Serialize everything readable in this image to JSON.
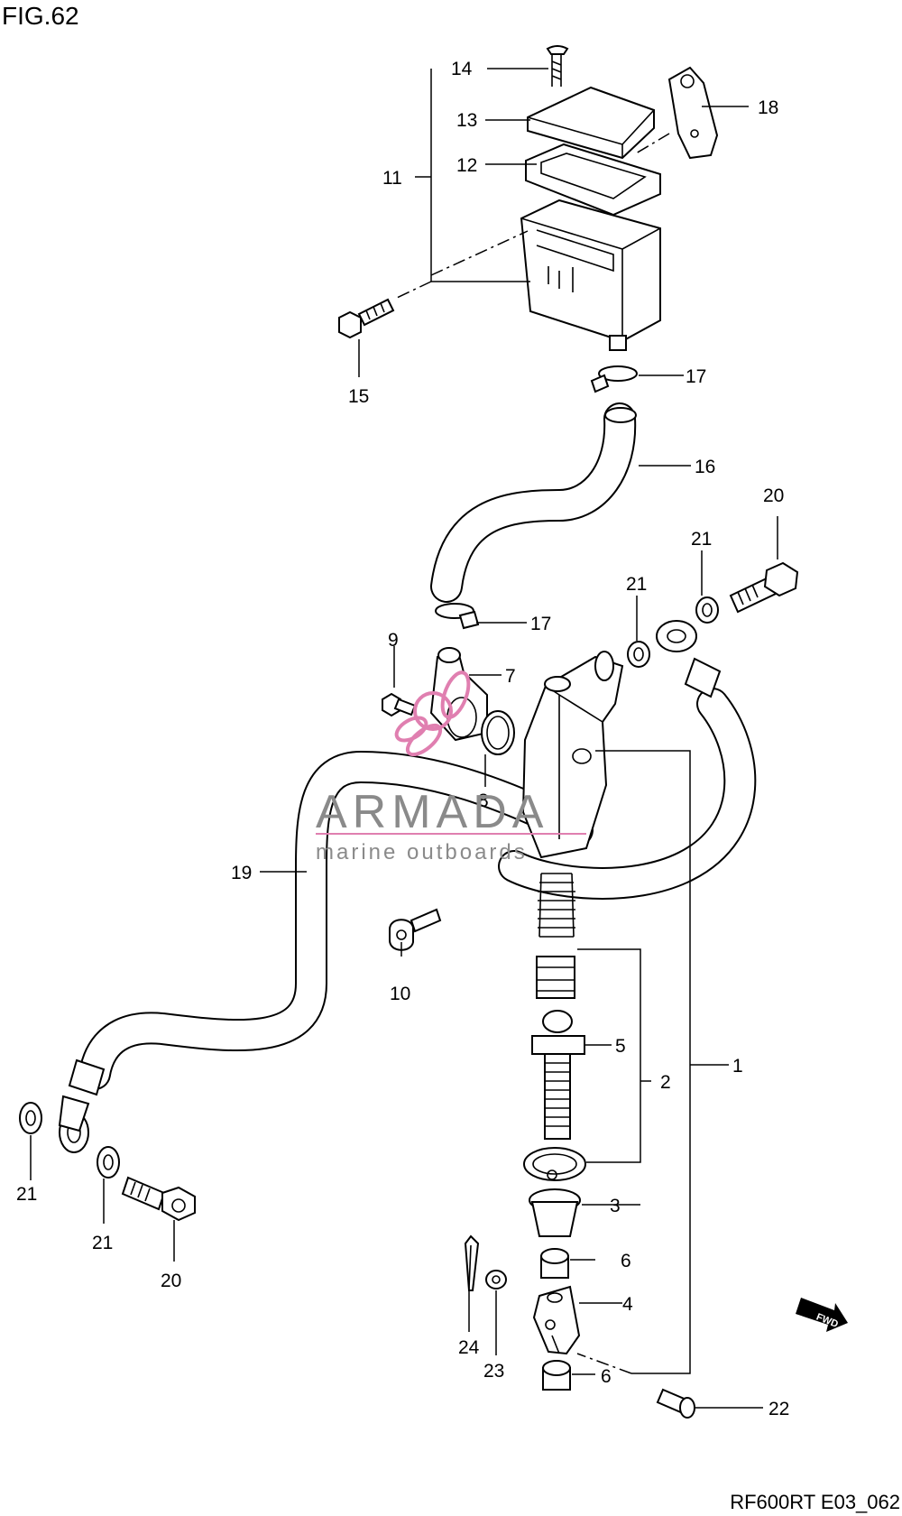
{
  "figure": {
    "title": "FIG.62",
    "drawing_code": "RF600RT E03_062"
  },
  "watermark": {
    "brand": "ARMADA",
    "tagline": "marine outboards",
    "logo_color": "#e07fb0"
  },
  "fwd_badge": "FWD",
  "callouts": {
    "n14": "14",
    "n13": "13",
    "n12": "12",
    "n11": "11",
    "n18": "18",
    "n15": "15",
    "n17a": "17",
    "n16": "16",
    "n20a": "20",
    "n21a": "21",
    "n21b": "21",
    "n17b": "17",
    "n9": "9",
    "n7": "7",
    "n8": "8",
    "n19": "19",
    "n10": "10",
    "n5": "5",
    "n2": "2",
    "n1": "1",
    "n21c": "21",
    "n21d": "21",
    "n20b": "20",
    "n3": "3",
    "n6a": "6",
    "n4": "4",
    "n24": "24",
    "n23": "23",
    "n6b": "6",
    "n22": "22"
  }
}
